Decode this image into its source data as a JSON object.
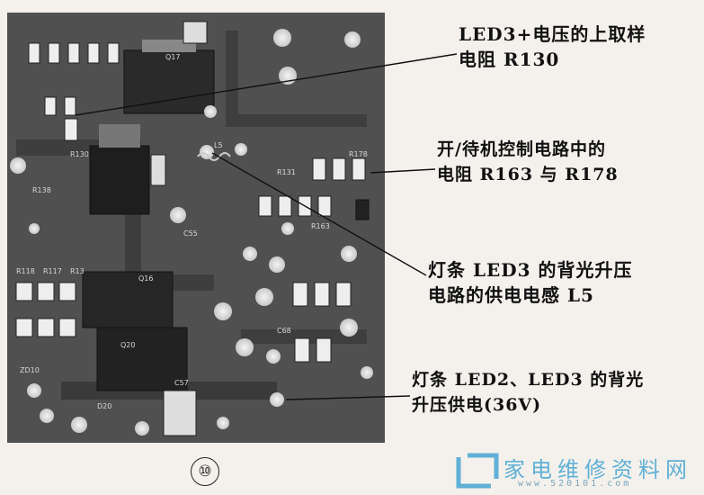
{
  "callouts": [
    {
      "line1": "LED3+电压的上取样",
      "line2": "电阻 R130"
    },
    {
      "line1": "开/待机控制电路中的",
      "line2": "电阻 R163 与 R178"
    },
    {
      "line1": "灯条 LED3 的背光升压",
      "line2": "电路的供电电感 L5"
    },
    {
      "line1": "灯条 LED2、LED3 的背光",
      "line2": "升压供电(36V)"
    }
  ],
  "board_labels": [
    "Q17",
    "R130",
    "R138",
    "R163",
    "R178",
    "R131",
    "Q16",
    "Q20",
    "L5",
    "C57",
    "ZD10",
    "R118",
    "R117",
    "R13",
    "C68",
    "D20",
    "C55"
  ],
  "figure_number": "⑩",
  "watermark": {
    "site_name": "家电维修资料网",
    "url": "www.520101.com"
  },
  "colors": {
    "board": "#4a4a4a",
    "text": "#111111",
    "logo": "#5fb0d6"
  }
}
